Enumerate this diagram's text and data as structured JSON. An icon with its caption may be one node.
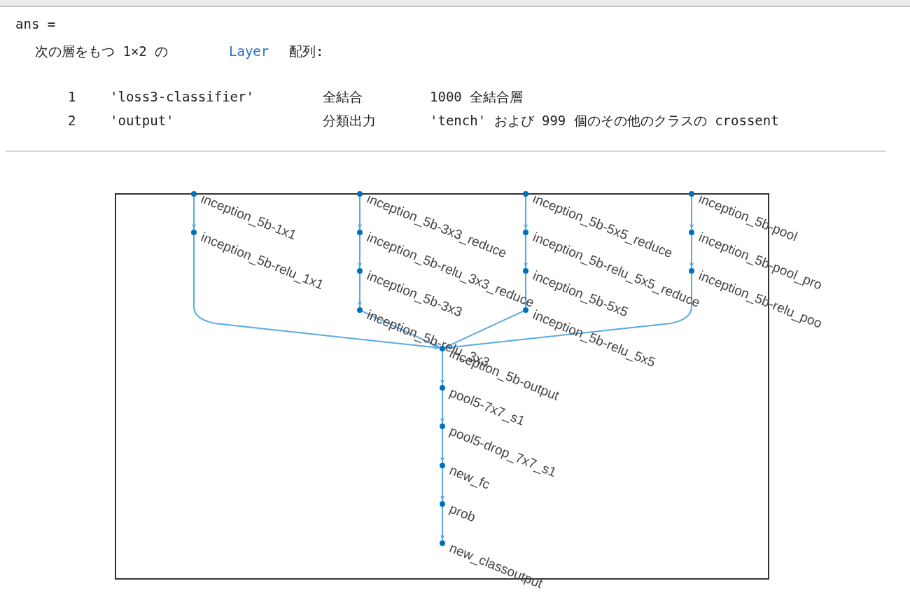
{
  "diagram": {
    "nodes": [
      {
        "text": [],
        "shape": "circle",
        "beside": [
          "inception_5b-1x1"
        ]
      },
      {
        "text": [],
        "shape": "circle",
        "beside": [
          "inception_5b-relu_1x1"
        ]
      },
      {
        "text": [],
        "shape": "circle",
        "beside": [
          "inception_5b-3x3_reduce"
        ]
      },
      {
        "text": [],
        "shape": "circle",
        "beside": [
          "inception_5b-relu_3x3_reduce"
        ]
      },
      {
        "text": [],
        "shape": "circle",
        "beside": [
          "inception_5b-3x3"
        ]
      },
      {
        "text": [],
        "shape": "circle",
        "beside": [
          "inception_5b-relu_3x3"
        ]
      },
      {
        "text": [],
        "shape": "circle",
        "beside": [
          "inception_5b-5x5_reduce"
        ]
      },
      {
        "text": [],
        "shape": "circle",
        "beside": [
          "inception_5b-relu_5x5_reduce"
        ]
      },
      {
        "text": [],
        "shape": "circle",
        "beside": [
          "inception_5b-5x5"
        ]
      },
      {
        "text": [],
        "shape": "circle",
        "beside": [
          "inception_5b-relu_5x5"
        ]
      },
      {
        "text": [],
        "shape": "circle",
        "beside": [
          "inception_5b-pool"
        ]
      },
      {
        "text": [],
        "shape": "circle",
        "beside": [
          "inception_5b-pool_pro"
        ]
      },
      {
        "text": [],
        "shape": "circle",
        "beside": [
          "inception_5b-relu_poo"
        ]
      },
      {
        "text": [],
        "shape": "circle",
        "beside": [
          "inception_5b-output"
        ]
      },
      {
        "text": [],
        "shape": "circle",
        "beside": [
          "pool5-7x7_s1"
        ]
      },
      {
        "text": [],
        "shape": "circle",
        "beside": [
          "pool5-drop_7x7_s1"
        ]
      },
      {
        "text": [],
        "shape": "circle",
        "beside": [
          "new_fc"
        ]
      },
      {
        "text": [],
        "shape": "circle",
        "beside": [
          "prob"
        ]
      },
      {
        "text": [],
        "shape": "circle",
        "beside": [
          "new_classoutput"
        ]
      }
    ],
    "edges": [
      {
        "from": 0,
        "to": 1,
        "arrow": "to"
      },
      {
        "from": 1,
        "to": 13,
        "arrow": "to"
      },
      {
        "from": 2,
        "to": 3,
        "arrow": "to"
      },
      {
        "from": 3,
        "to": 4,
        "arrow": "to"
      },
      {
        "from": 4,
        "to": 5,
        "arrow": "to"
      },
      {
        "from": 5,
        "to": 13,
        "arrow": "to"
      },
      {
        "from": 6,
        "to": 7,
        "arrow": "to"
      },
      {
        "from": 7,
        "to": 8,
        "arrow": "to"
      },
      {
        "from": 8,
        "to": 9,
        "arrow": "to"
      },
      {
        "from": 9,
        "to": 13,
        "arrow": "to"
      },
      {
        "from": 10,
        "to": 11,
        "arrow": "to"
      },
      {
        "from": 11,
        "to": 12,
        "arrow": "to"
      },
      {
        "from": 12,
        "to": 13,
        "arrow": "to"
      },
      {
        "from": 13,
        "to": 14,
        "arrow": "to"
      },
      {
        "from": 14,
        "to": 15,
        "arrow": "to"
      },
      {
        "from": 15,
        "to": 16,
        "arrow": "to"
      },
      {
        "from": 16,
        "to": 17,
        "arrow": "to"
      },
      {
        "from": 17,
        "to": 18,
        "arrow": "to"
      }
    ],
    "labels": [
      "ans =",
      "次の層をもつ 1×2 の",
      "Layer",
      "配列:",
      "1",
      "'loss3-classifier'",
      "全結合",
      "1000 全結合層",
      "2",
      "'output'",
      "分類出力",
      "'tench' および 999 個のその他のクラスの crossent"
    ]
  }
}
